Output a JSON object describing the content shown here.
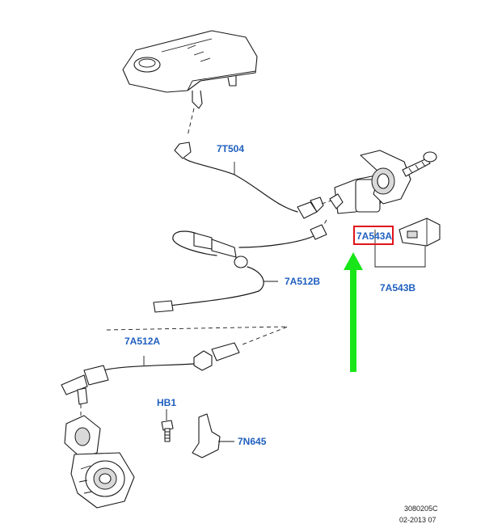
{
  "labels": {
    "reservoir_hose": "7T504",
    "master_cylinder": "7A543A",
    "master_cylinder_switch": "7A543B",
    "pressure_line_upper": "7A512B",
    "pressure_line_lower": "7A512A",
    "bolt": "HB1",
    "bracket": "7N645"
  },
  "footer": {
    "code": "3080205C",
    "date": "02-2013 07"
  },
  "colors": {
    "callout_text": "#1f5fbf",
    "highlight_box": "#e0141a",
    "arrow": "#19e619",
    "line_art": "#1a1a1a"
  },
  "icons": {
    "pointer": "up-arrow-icon"
  }
}
